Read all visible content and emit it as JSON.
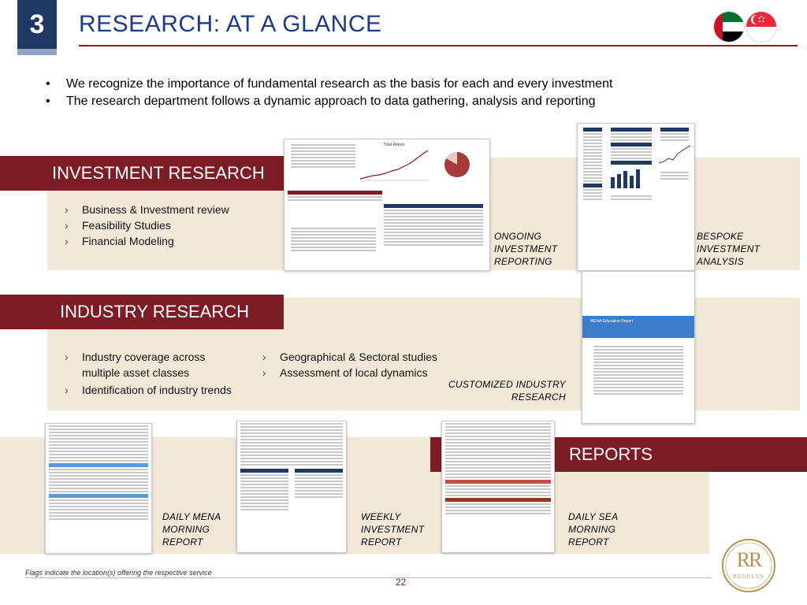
{
  "header": {
    "slide_number": "3",
    "title": "RESEARCH: AT A GLANCE",
    "flags": [
      "uae-flag",
      "singapore-flag"
    ]
  },
  "intro_bullets": [
    "We recognize the importance of fundamental research as the basis for each and every investment",
    "The research department follows a dynamic approach to data gathering, analysis and reporting"
  ],
  "investment_research": {
    "title": "INVESTMENT RESEARCH",
    "items": [
      "Business & Investment review",
      "Feasibility Studies",
      "Financial Modeling"
    ],
    "caption_ongoing": [
      "ONGOING",
      "INVESTMENT",
      "REPORTING"
    ],
    "caption_bespoke": [
      "BESPOKE",
      "INVESTMENT",
      "ANALYSIS"
    ]
  },
  "industry_research": {
    "title": "INDUSTRY RESEARCH",
    "items_left": [
      "Industry coverage across multiple asset classes",
      "Identification of industry trends"
    ],
    "items_right": [
      "Geographical & Sectoral studies",
      "Assessment of local dynamics"
    ],
    "caption_customized": [
      "CUSTOMIZED INDUSTRY",
      "RESEARCH"
    ]
  },
  "reports": {
    "title": "REPORTS",
    "caption_daily_mena": [
      "DAILY MENA",
      "MORNING",
      "REPORT"
    ],
    "caption_weekly": [
      "WEEKLY",
      "INVESTMENT",
      "REPORT"
    ],
    "caption_daily_sea": [
      "DAILY SEA",
      "MORNING",
      "REPORT"
    ]
  },
  "thumbnails": {
    "fund_sheet_title": "Total Return",
    "mena_report_title": "MENA Education Report"
  },
  "footer": {
    "footnote": "Flags indicate the location(s) offering the respective service",
    "page_number": "22",
    "brand": "REGULUS",
    "brand_monogram": "RR"
  },
  "colors": {
    "brand_red": "#7c1d26",
    "brand_blue": "#1f3864",
    "band": "#f1e8d8",
    "gold": "#b8914a"
  }
}
